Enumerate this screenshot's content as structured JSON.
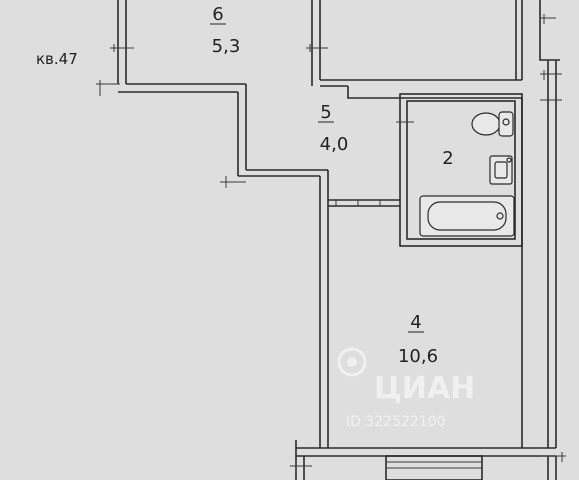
{
  "apartment": {
    "label": "кв.47"
  },
  "rooms": [
    {
      "id": "room-6",
      "number": "6",
      "area": "5,3"
    },
    {
      "id": "room-5",
      "number": "5",
      "area": "4,0"
    },
    {
      "id": "room-2",
      "number": "2",
      "area": ""
    },
    {
      "id": "room-4",
      "number": "4",
      "area": "10,6"
    }
  ],
  "watermark": {
    "brand": "ЦИАН",
    "id_text": "ID 322522100"
  },
  "colors": {
    "paper": "#dedede",
    "line": "#2b2b2b",
    "watermark": "#ffffff"
  }
}
